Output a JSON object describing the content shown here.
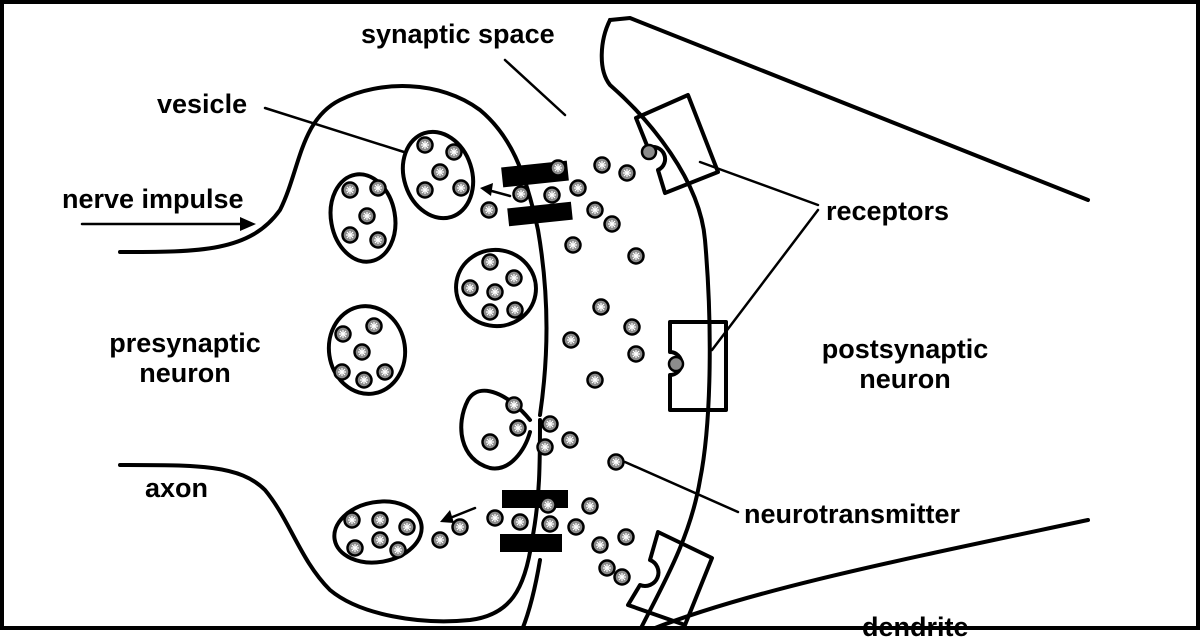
{
  "labels": {
    "synaptic_space": "synaptic space",
    "vesicle": "vesicle",
    "nerve_impulse": "nerve impulse",
    "presynaptic_line1": "presynaptic",
    "presynaptic_line2": "neuron",
    "axon": "axon",
    "receptors": "receptors",
    "postsynaptic_line1": "postsynaptic",
    "postsynaptic_line2": "neuron",
    "neurotransmitter": "neurotransmitter",
    "dendrite": "dendrite"
  },
  "colors": {
    "ink": "#000000",
    "background": "#ffffff",
    "molecule_fill": "#8c8c8c"
  }
}
